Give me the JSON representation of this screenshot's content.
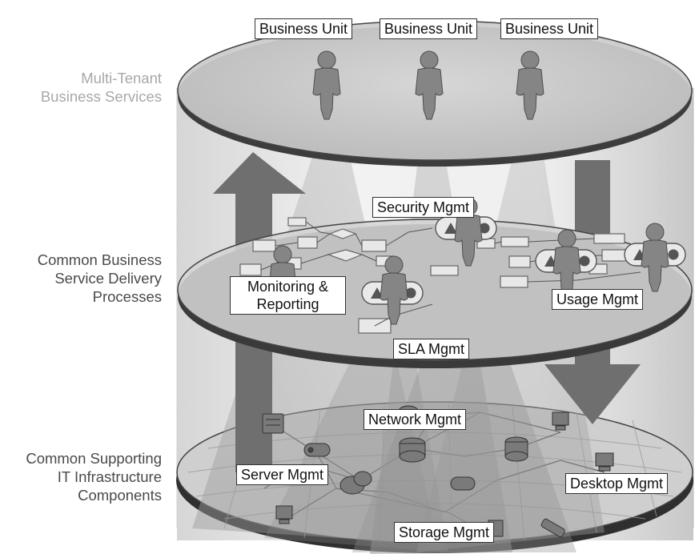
{
  "layers": {
    "top": "Multi-Tenant\nBusiness Services",
    "middle": "Common Business\nService Delivery\nProcesses",
    "bottom": "Common Supporting\nIT Infrastructure\nComponents"
  },
  "business_units": [
    "Business Unit",
    "Business Unit",
    "Business Unit"
  ],
  "process_labels": {
    "security": "Security Mgmt",
    "monitoring": "Monitoring &\nReporting",
    "usage": "Usage Mgmt",
    "sla": "SLA Mgmt"
  },
  "infrastructure_labels": {
    "network": "Network Mgmt",
    "server": "Server Mgmt",
    "desktop": "Desktop Mgmt",
    "storage": "Storage Mgmt"
  },
  "icons": [
    "person-icon",
    "workflow-icon",
    "server-icon",
    "database-icon",
    "router-icon",
    "desktop-icon",
    "cloud-icon",
    "phone-icon"
  ],
  "colors": {
    "disc_top": "#d2d2d2",
    "disc_edge": "#5a5a5a",
    "arrow": "#6f6f6f",
    "person": "#8a8a8a",
    "beam": "#bdbdbd"
  }
}
